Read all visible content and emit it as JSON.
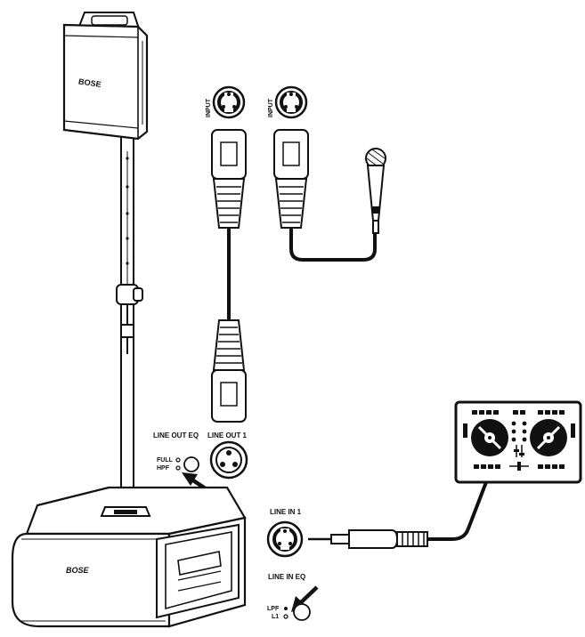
{
  "speaker": {
    "brand": "BOSE"
  },
  "subwoofer": {
    "brand": "BOSE"
  },
  "speaker_inputs": [
    {
      "label": "INPUT"
    },
    {
      "label": "INPUT"
    }
  ],
  "line_out": {
    "eq_label": "LINE OUT EQ",
    "eq_options": [
      "FULL",
      "HPF"
    ],
    "jack_label": "LINE OUT 1"
  },
  "line_in": {
    "jack_label": "LINE IN 1",
    "eq_label": "LINE IN EQ",
    "eq_options": [
      "LPF",
      "L1"
    ]
  }
}
